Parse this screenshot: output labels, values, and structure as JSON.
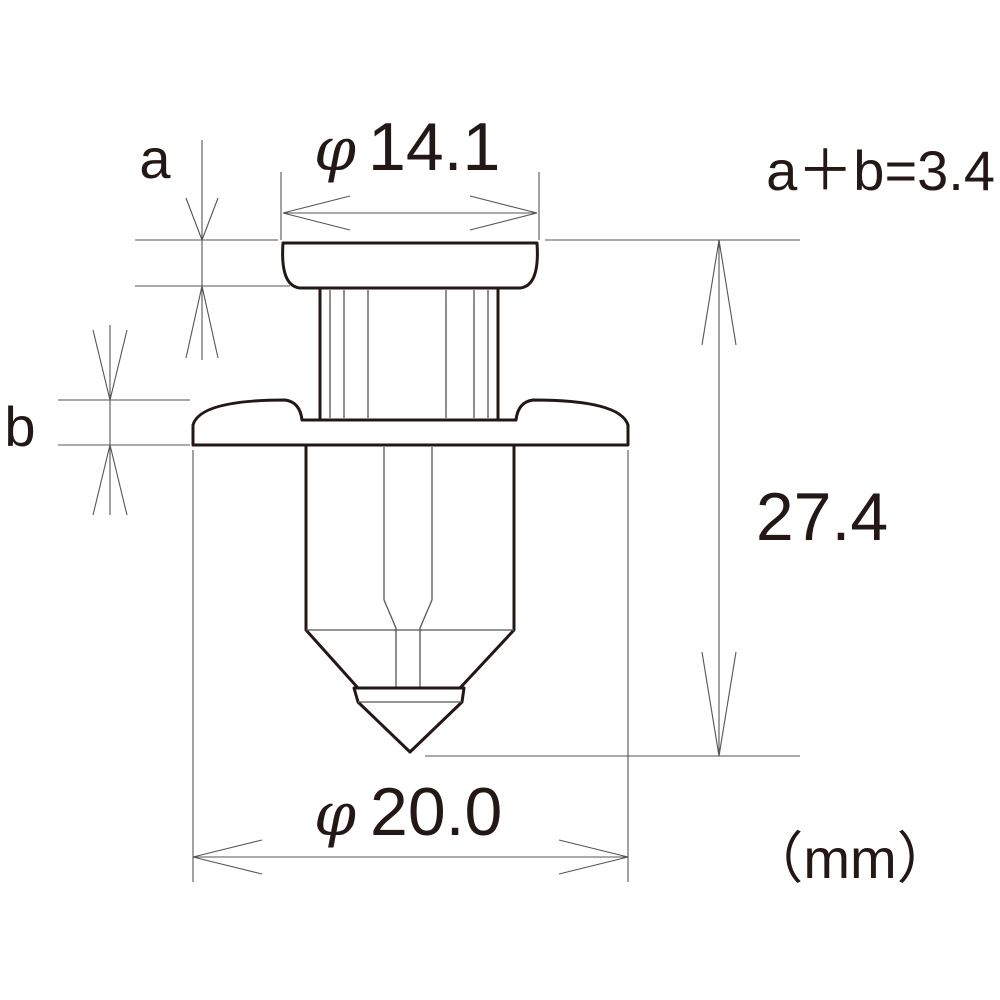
{
  "dimensions": {
    "a_label": "a",
    "b_label": "b",
    "head_diameter_symbol": "φ",
    "head_diameter_value": "14.1",
    "flange_diameter_symbol": "φ",
    "flange_diameter_value": "20.0",
    "total_length": "27.4",
    "a_plus_b": "a＋b=3.4",
    "unit": "（mm）"
  },
  "colors": {
    "line": "#231815",
    "dimension_line": "#555555",
    "background": "#ffffff"
  }
}
